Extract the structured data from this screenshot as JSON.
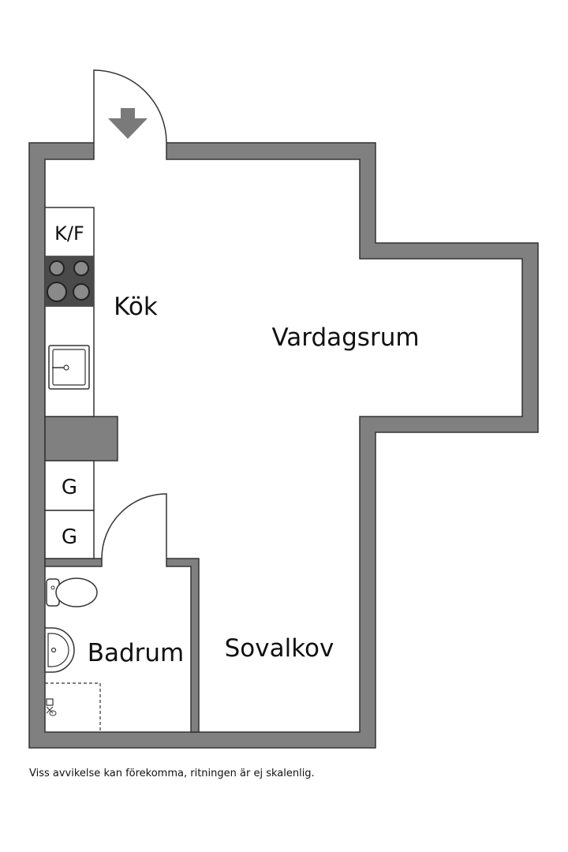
{
  "rooms": {
    "kitchen": "Kök",
    "living_room": "Vardagsrum",
    "bathroom": "Badrum",
    "sleeping_alcove": "Sovalkov"
  },
  "fixtures": {
    "fridge_freezer": "K/F",
    "wardrobe_1": "G",
    "wardrobe_2": "G"
  },
  "footer": {
    "disclaimer": "Viss avvikelse kan förekomma, ritningen är ej skalenlig."
  },
  "colors": {
    "wall": "#808080",
    "wall_outline": "#333333",
    "floor": "#ffffff",
    "stove": "#4a4a4a",
    "entrance_arrow": "#7a7a7a"
  }
}
